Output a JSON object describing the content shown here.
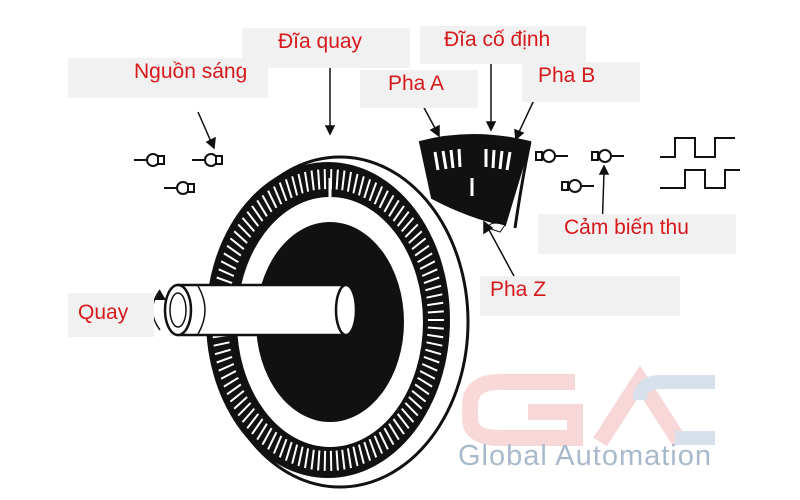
{
  "labels": {
    "nguon_sang": "Nguồn sáng",
    "dia_quay": "Đĩa quay",
    "dia_co_dinh": "Đĩa cố định",
    "pha_a": "Pha A",
    "pha_b": "Pha B",
    "cam_bien_thu": "Cảm biến thu",
    "pha_z": "Pha Z",
    "quay": "Quay"
  },
  "logo": {
    "text": "GAC",
    "tagline": "Global Automation",
    "colors": [
      "#f2b8b8",
      "#b9c8dc"
    ]
  },
  "colors": {
    "label_text": "#d7191c",
    "label_bg": "#f1f1f1",
    "line": "#111111"
  }
}
